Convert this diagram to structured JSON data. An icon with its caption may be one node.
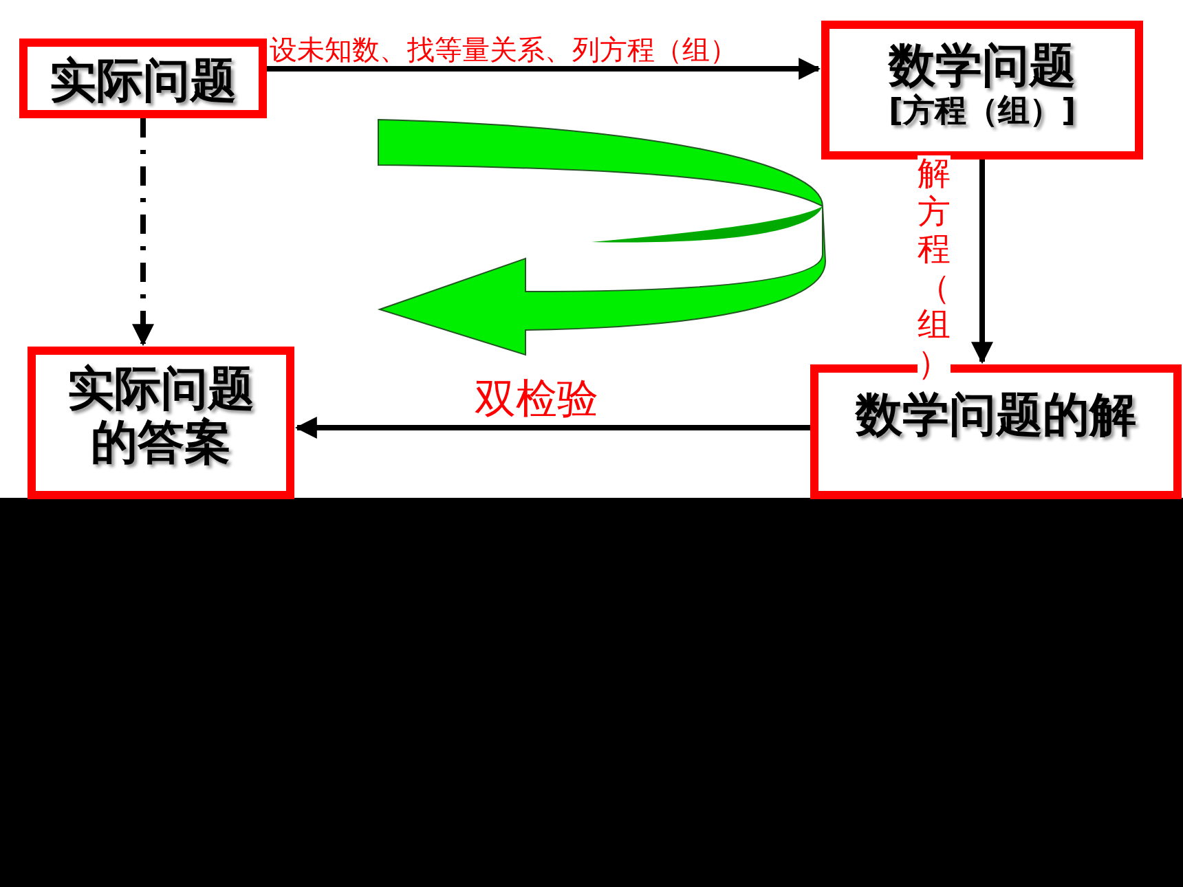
{
  "diagram": {
    "nodes": [
      {
        "text": [
          "实际问题"
        ]
      },
      {
        "text": [
          "数学问题",
          "[方程（组）]"
        ]
      },
      {
        "text": [
          "数学问题的解"
        ]
      },
      {
        "text": [
          "实际问题的答案"
        ]
      }
    ],
    "edges": [
      {
        "from": 0,
        "to": 1,
        "arrow": "to",
        "label": "设未知数、找等量关系、列方程（组）"
      },
      {
        "from": 1,
        "to": 2,
        "arrow": "to",
        "label": "解方程（组）"
      },
      {
        "from": 2,
        "to": 3,
        "arrow": "to",
        "label": "双检验"
      },
      {
        "from": 0,
        "to": 3,
        "arrow": "to",
        "style": "dashed"
      }
    ]
  }
}
